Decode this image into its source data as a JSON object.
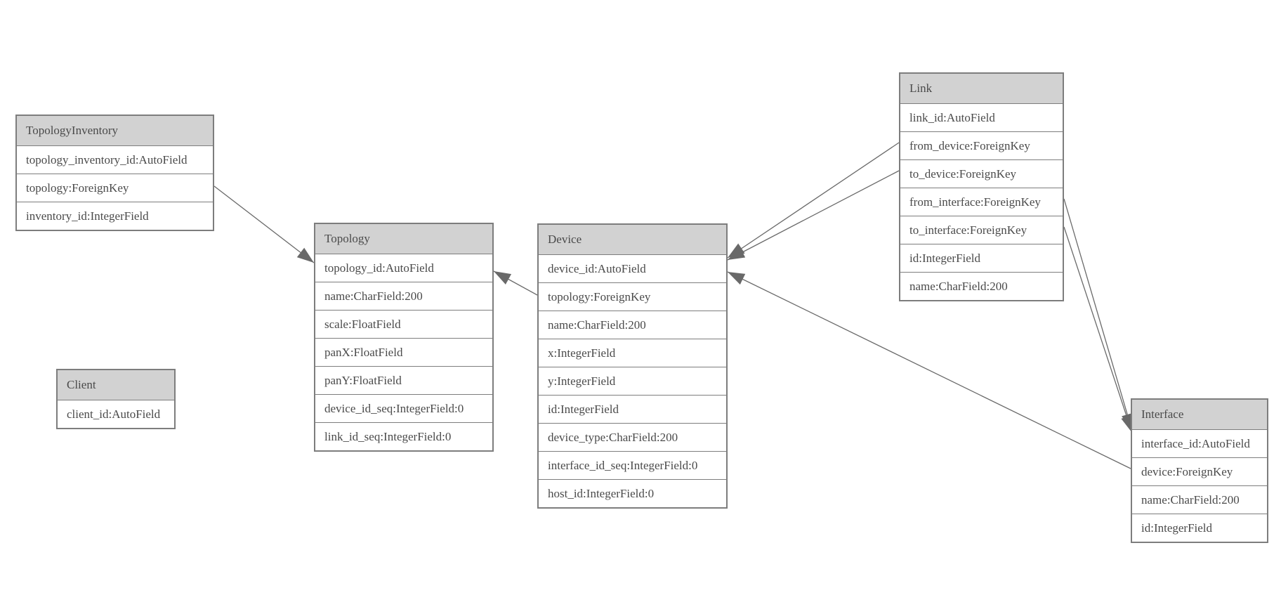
{
  "diagram": {
    "type": "entity-relationship-model-diagram",
    "colors": {
      "background": "#ffffff",
      "header_fill": "#d2d2d2",
      "border": "#7d7d7d",
      "edge": "#696969",
      "text": "#4a4a4a"
    }
  },
  "entities": [
    {
      "name": "TopologyInventory",
      "fields": [
        "topology_inventory_id:AutoField",
        "topology:ForeignKey",
        "inventory_id:IntegerField"
      ]
    },
    {
      "name": "Topology",
      "fields": [
        "topology_id:AutoField",
        "name:CharField:200",
        "scale:FloatField",
        "panX:FloatField",
        "panY:FloatField",
        "device_id_seq:IntegerField:0",
        "link_id_seq:IntegerField:0"
      ]
    },
    {
      "name": "Client",
      "fields": [
        "client_id:AutoField"
      ]
    },
    {
      "name": "Device",
      "fields": [
        "device_id:AutoField",
        "topology:ForeignKey",
        "name:CharField:200",
        "x:IntegerField",
        "y:IntegerField",
        "id:IntegerField",
        "device_type:CharField:200",
        "interface_id_seq:IntegerField:0",
        "host_id:IntegerField:0"
      ]
    },
    {
      "name": "Link",
      "fields": [
        "link_id:AutoField",
        "from_device:ForeignKey",
        "to_device:ForeignKey",
        "from_interface:ForeignKey",
        "to_interface:ForeignKey",
        "id:IntegerField",
        "name:CharField:200"
      ]
    },
    {
      "name": "Interface",
      "fields": [
        "interface_id:AutoField",
        "device:ForeignKey",
        "name:CharField:200",
        "id:IntegerField"
      ]
    }
  ],
  "relationships": [
    {
      "from_entity": "TopologyInventory",
      "from_field": "topology",
      "to_entity": "Topology"
    },
    {
      "from_entity": "Device",
      "from_field": "topology",
      "to_entity": "Topology"
    },
    {
      "from_entity": "Link",
      "from_field": "from_device",
      "to_entity": "Device"
    },
    {
      "from_entity": "Link",
      "from_field": "to_device",
      "to_entity": "Device"
    },
    {
      "from_entity": "Link",
      "from_field": "from_interface",
      "to_entity": "Interface"
    },
    {
      "from_entity": "Link",
      "from_field": "to_interface",
      "to_entity": "Interface"
    },
    {
      "from_entity": "Interface",
      "from_field": "device",
      "to_entity": "Device"
    }
  ]
}
